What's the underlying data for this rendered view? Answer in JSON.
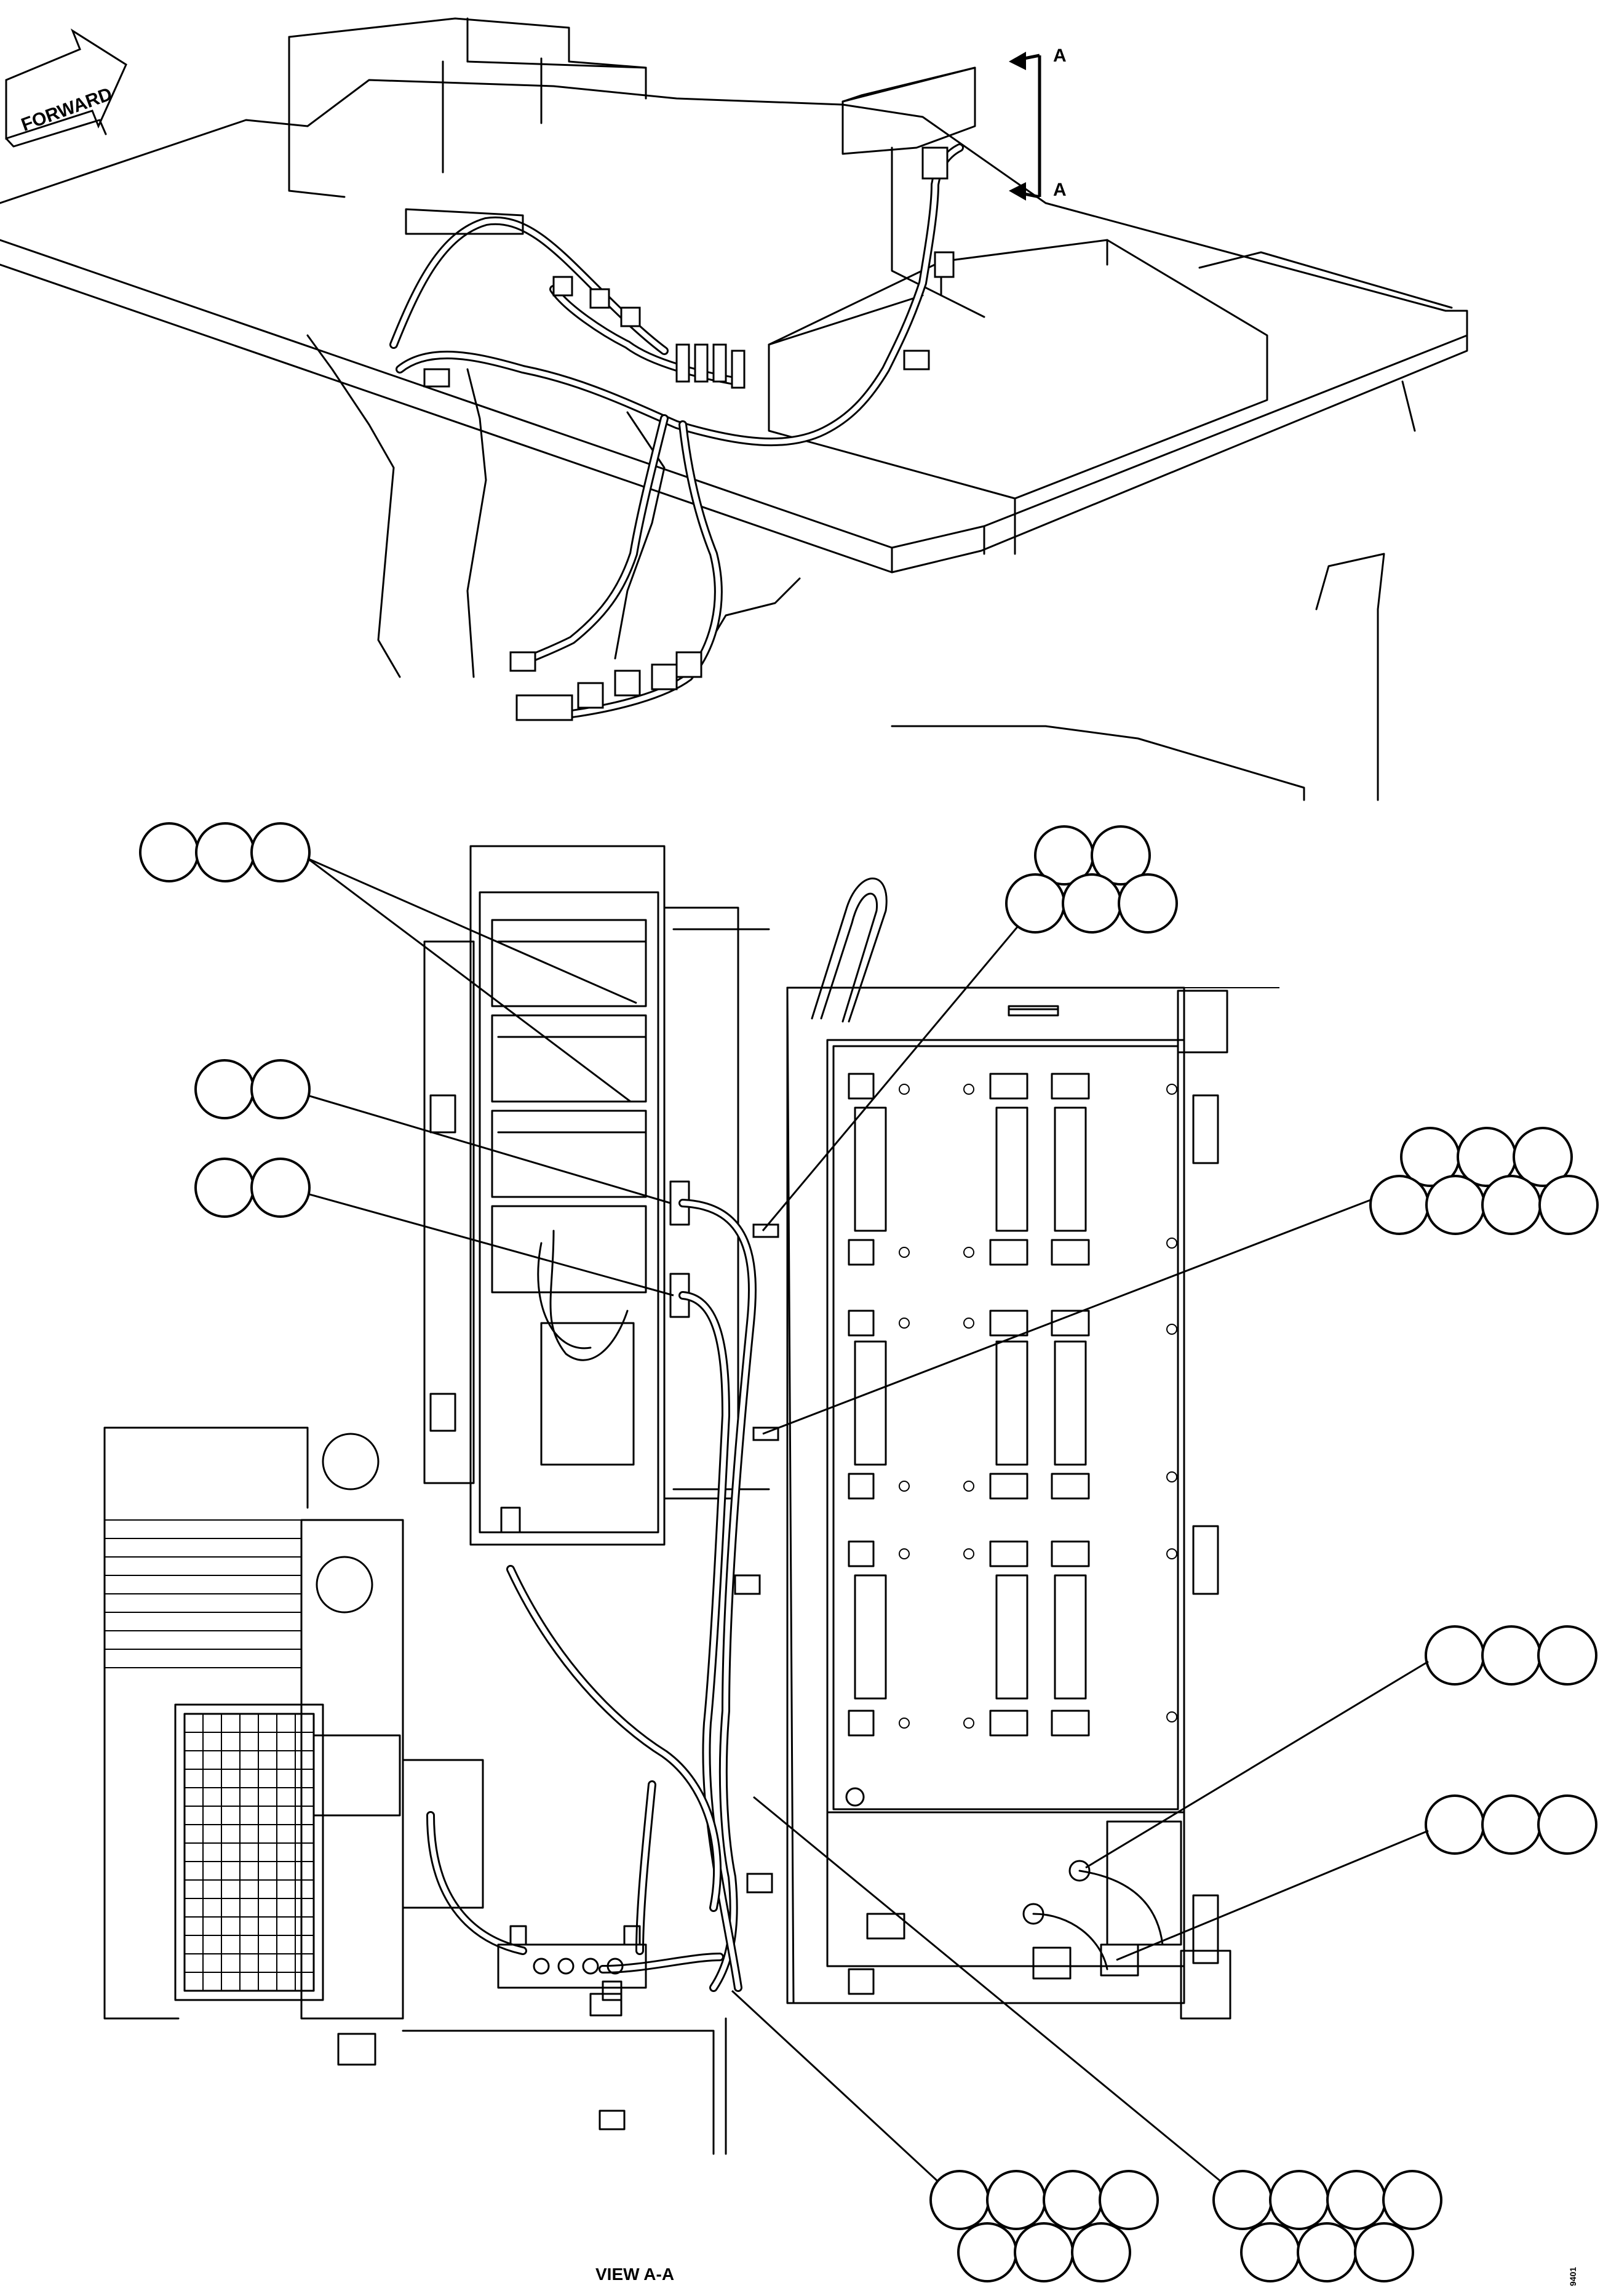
{
  "forward_arrow_label": "FORWARD",
  "section_marks": {
    "top": "A",
    "bottom": "A"
  },
  "view_title": "VIEW A-A",
  "sheet_code": "9401",
  "callout_groups": [
    {
      "name": "callout-group-1",
      "balloon_count": 3
    },
    {
      "name": "callout-group-2",
      "balloon_count": 5
    },
    {
      "name": "callout-group-3",
      "balloon_count": 2
    },
    {
      "name": "callout-group-4",
      "balloon_count": 2
    },
    {
      "name": "callout-group-5",
      "balloon_count": 7
    },
    {
      "name": "callout-group-6",
      "balloon_count": 3
    },
    {
      "name": "callout-group-7",
      "balloon_count": 3
    },
    {
      "name": "callout-group-8",
      "balloon_count": 7
    },
    {
      "name": "callout-group-9",
      "balloon_count": 7
    }
  ]
}
